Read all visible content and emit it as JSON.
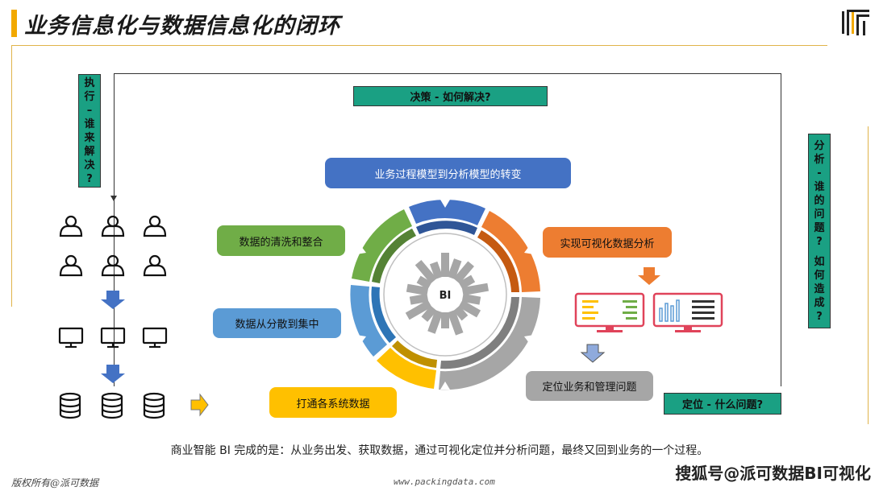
{
  "header": {
    "title": "业务信息化与数据信息化的闭环"
  },
  "side_labels": {
    "execute": [
      "执",
      "行",
      "–",
      "谁",
      "来",
      "解",
      "决",
      "?"
    ],
    "analyze": [
      "分",
      "析",
      "-",
      "谁",
      "的",
      "问",
      "题",
      "?",
      "",
      "如",
      "何",
      "造",
      "成",
      "?"
    ]
  },
  "top_label": "决策 - 如何解决?",
  "bottom_label": "定位 - 什么问题?",
  "center_label": "BI",
  "steps": {
    "model": "业务过程模型到分析模型的转变",
    "clean": "数据的清洗和整合",
    "visual": "实现可视化数据分析",
    "centralize": "数据从分散到集中",
    "locate": "定位业务和管理问题",
    "integrate": "打通各系统数据"
  },
  "caption": "商业智能 BI 完成的是：从业务出发、获取数据，通过可视化定位并分析问题，最终又回到业务的一个过程。",
  "footer": {
    "copyright": "版权所有@派可数据",
    "url": "www.packingdata.com",
    "watermark": "搜狐号@派可数据BI可视化"
  },
  "colors": {
    "accent_gold": "#f2a900",
    "teal": "#1aa083",
    "blue": "#4472c4",
    "green": "#70ad47",
    "orange": "#ed7d31",
    "light_blue": "#5b9bd5",
    "yellow": "#ffc000",
    "gray": "#a6a6a6",
    "monitor_red": "#e0435a"
  },
  "icons": [
    "user-icon",
    "monitor-icon",
    "database-icon",
    "logo-icon"
  ]
}
